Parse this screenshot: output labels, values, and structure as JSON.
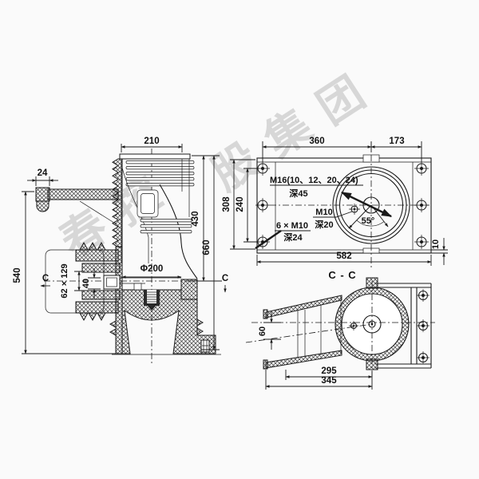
{
  "background": "#fafafa",
  "line_color": "#1a1a1a",
  "watermark": {
    "color": "#cfcfcf",
    "chars": [
      "春",
      "控",
      "股",
      "集",
      "团"
    ]
  },
  "front_view": {
    "dim_top_width": "210",
    "dim_stub_width": "24",
    "dim_overall_height": "540",
    "dim_upper_height": "430",
    "dim_body_height": "660",
    "dim_bore": "Φ200",
    "dim_opening": "62 × 129",
    "dim_contact_height": "40",
    "section_marker_left": "C",
    "section_marker_right": "C"
  },
  "plan_view": {
    "dim_left_span": "360",
    "dim_right_span": "173",
    "dim_height": "308",
    "dim_bolt_spacing": "240",
    "dim_width": "582",
    "dim_edge_offset": "10",
    "dim_hole_angle": "55°",
    "label_m16": "M16(10、12、20、24)",
    "label_m16_depth": "深45",
    "label_m10": "M10",
    "label_m10_depth": "深20",
    "label_6xm10": "6 × M10",
    "label_6xm10_depth": "深24"
  },
  "section_view": {
    "title": "C - C",
    "dim_axis_offset": "60",
    "dim_inner_length": "295",
    "dim_outer_length": "345"
  }
}
